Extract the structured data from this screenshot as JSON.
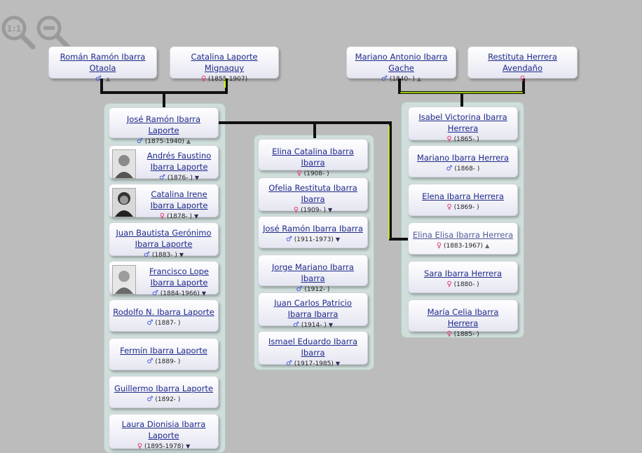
{
  "icons": {
    "zoom_reset": "zoom-1to1-icon",
    "zoom_out": "zoom-out-icon",
    "male": "♂",
    "female": "♀",
    "expand": "▼",
    "collapse": "▲"
  },
  "colors": {
    "line": "#111111",
    "line_accent": "#c8ff00",
    "link": "#1e2a8a"
  },
  "zoom": {
    "reset_label": "1:1"
  },
  "parents": [
    {
      "name": "Román Ramón Ibarra Otaola",
      "sex": "m",
      "dates": "",
      "arrow": "up"
    },
    {
      "name": "Catalina Laporte Mignaquy",
      "sex": "f",
      "dates": "(1855-1907)",
      "arrow": ""
    },
    {
      "name": "Mariano Antonio Ibarra Gache",
      "sex": "m",
      "dates": "(1840- )",
      "arrow": "up"
    },
    {
      "name": "Restituta Herrera Avendaño",
      "sex": "f",
      "dates": "",
      "arrow": ""
    }
  ],
  "siblings_left": [
    {
      "name": "José Ramón Ibarra Laporte",
      "sex": "m",
      "dates": "(1875-1940)",
      "arrow": "up",
      "photo": false
    },
    {
      "name": "Andrés Faustino Ibarra Laporte",
      "sex": "m",
      "dates": "(1876- )",
      "arrow": "down",
      "photo": true
    },
    {
      "name": "Catalina Irene Ibarra Laporte",
      "sex": "f",
      "dates": "(1878- )",
      "arrow": "down",
      "photo": true
    },
    {
      "name": "Juan Bautista Gerónimo Ibarra Laporte",
      "sex": "m",
      "dates": "(1883- )",
      "arrow": "down",
      "photo": false
    },
    {
      "name": "Francisco Lope Ibarra Laporte",
      "sex": "m",
      "dates": "(1884-1966)",
      "arrow": "down",
      "photo": true
    },
    {
      "name": "Rodolfo N. Ibarra Laporte",
      "sex": "m",
      "dates": "(1887- )",
      "arrow": "",
      "photo": false
    },
    {
      "name": "Fermín Ibarra Laporte",
      "sex": "m",
      "dates": "(1889- )",
      "arrow": "",
      "photo": false
    },
    {
      "name": "Guillermo Ibarra Laporte",
      "sex": "m",
      "dates": "(1892- )",
      "arrow": "",
      "photo": false
    },
    {
      "name": "Laura Dionisia Ibarra Laporte",
      "sex": "f",
      "dates": "(1895-1978)",
      "arrow": "down",
      "photo": false
    }
  ],
  "children": [
    {
      "name": "Elina Catalina Ibarra Ibarra",
      "sex": "f",
      "dates": "(1908- )",
      "arrow": ""
    },
    {
      "name": "Ofelia Restituta Ibarra Ibarra",
      "sex": "f",
      "dates": "(1909- )",
      "arrow": "down"
    },
    {
      "name": "José Ramón Ibarra Ibarra",
      "sex": "m",
      "dates": "(1911-1973)",
      "arrow": "down"
    },
    {
      "name": "Jorge Mariano Ibarra Ibarra",
      "sex": "m",
      "dates": "(1912- )",
      "arrow": ""
    },
    {
      "name": "Juan Carlos Patricio Ibarra Ibarra",
      "sex": "m",
      "dates": "(1914- )",
      "arrow": "down"
    },
    {
      "name": "Ismael Eduardo Ibarra Ibarra",
      "sex": "m",
      "dates": "(1917-1985)",
      "arrow": "down"
    }
  ],
  "siblings_right": [
    {
      "name": "Isabel Victorina Ibarra Herrera",
      "sex": "f",
      "dates": "(1865- )",
      "arrow": ""
    },
    {
      "name": "Mariano Ibarra Herrera",
      "sex": "m",
      "dates": "(1868- )",
      "arrow": ""
    },
    {
      "name": "Elena Ibarra Herrera",
      "sex": "f",
      "dates": "(1869- )",
      "arrow": ""
    },
    {
      "name": "Elina Elisa Ibarra Herrera",
      "sex": "f",
      "dates": "(1883-1967)",
      "arrow": "up",
      "selected": true
    },
    {
      "name": "Sara Ibarra Herrera",
      "sex": "f",
      "dates": "(1880- )",
      "arrow": ""
    },
    {
      "name": "María Celia Ibarra Herrera",
      "sex": "f",
      "dates": "(1885- )",
      "arrow": ""
    }
  ]
}
